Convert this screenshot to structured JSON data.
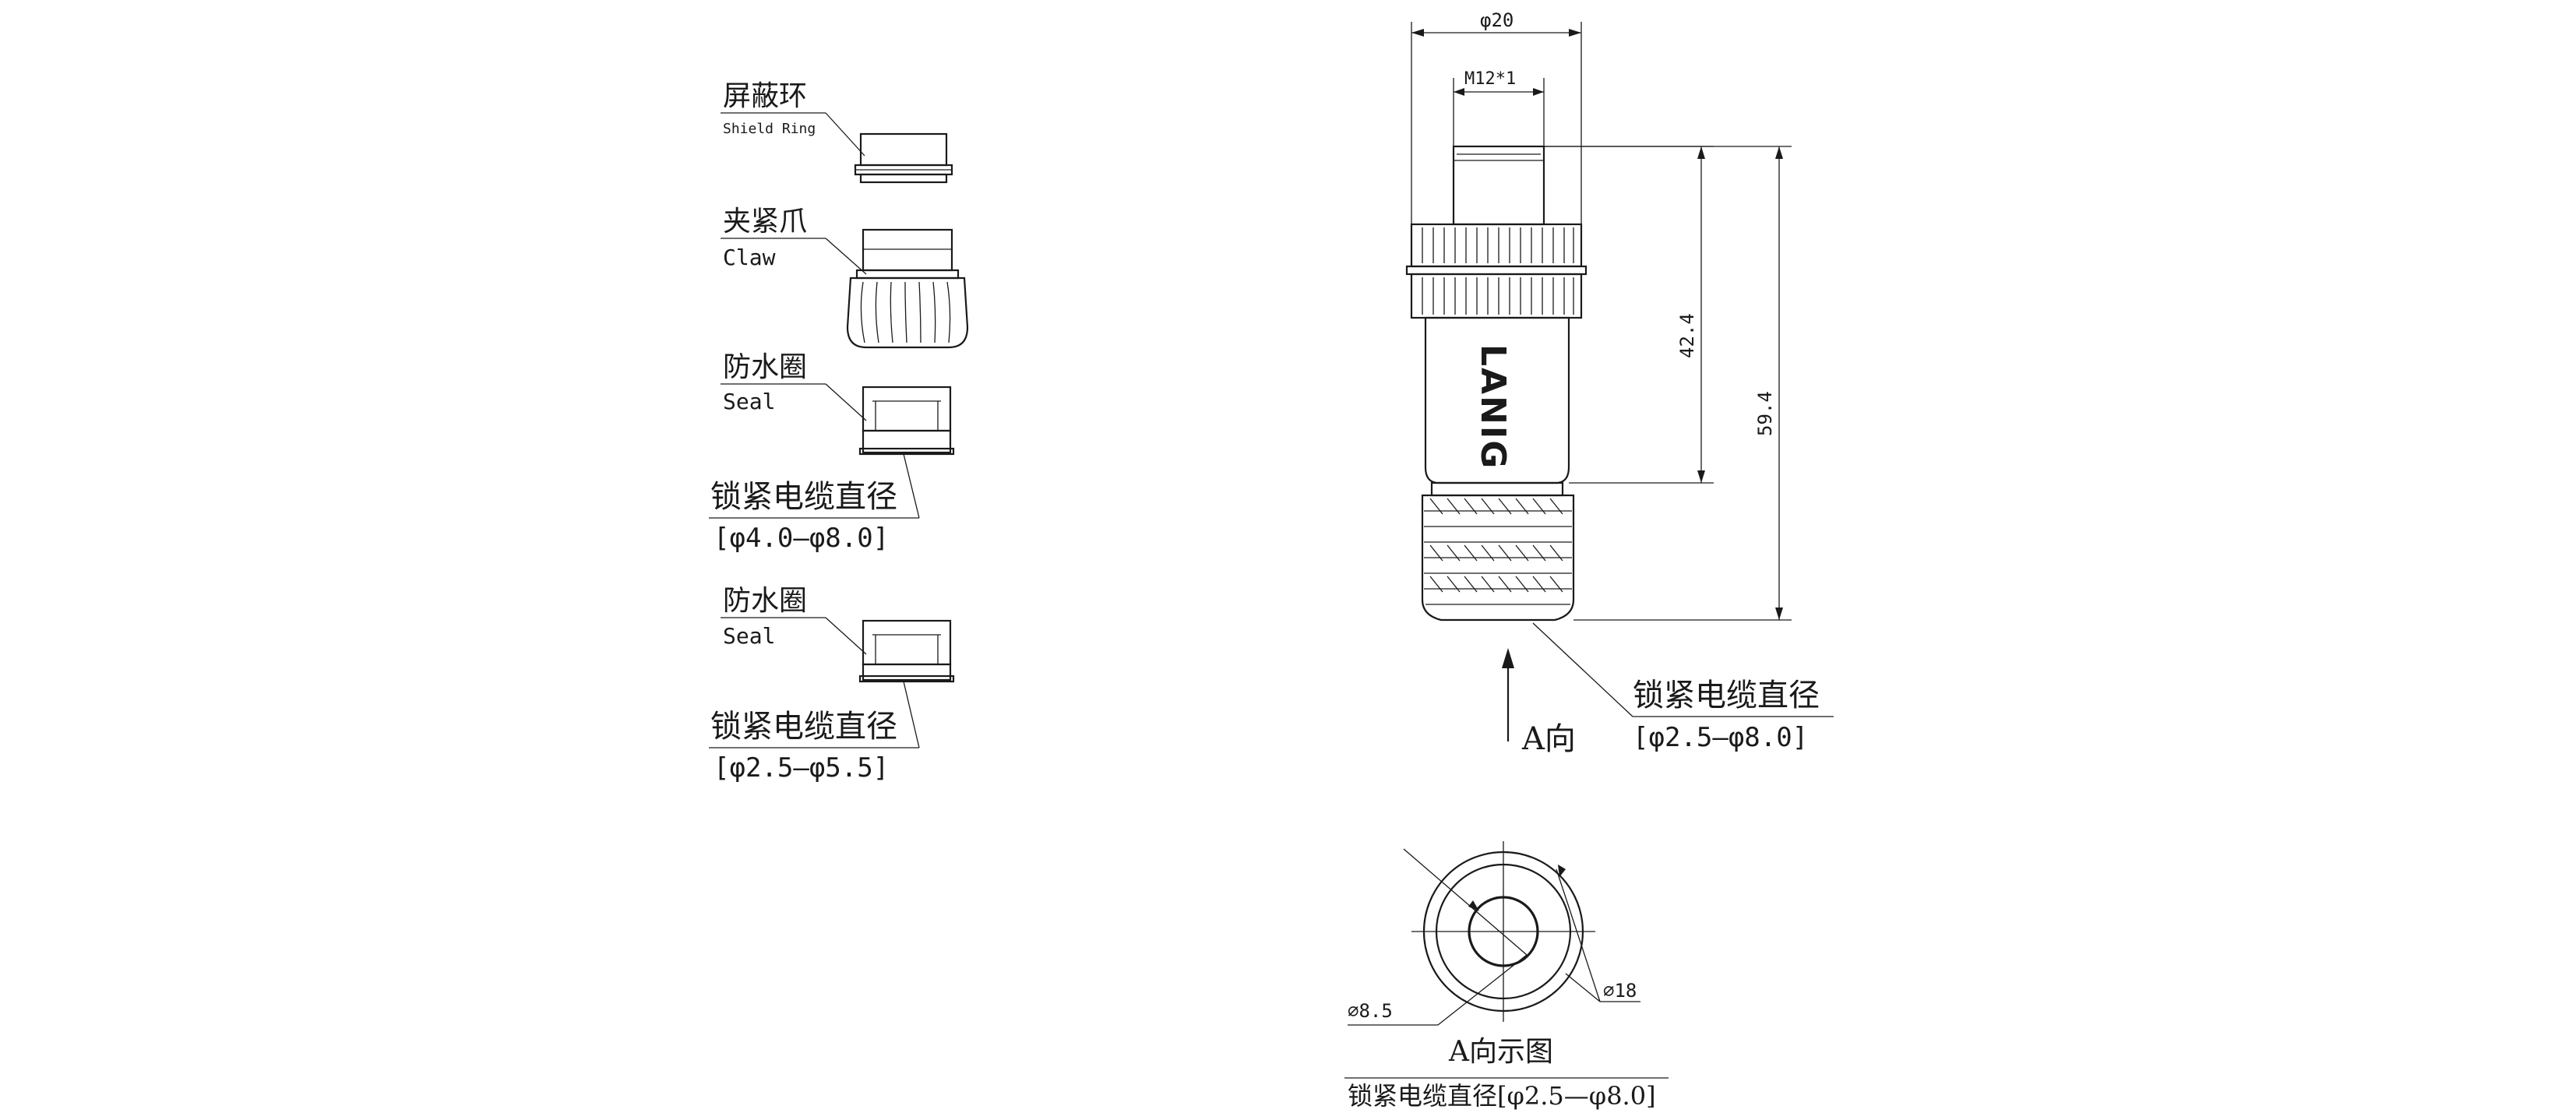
{
  "brand": "LANIG",
  "parts": {
    "shield_ring": {
      "cn": "屏蔽环",
      "en": "Shield Ring"
    },
    "claw": {
      "cn": "夹紧爪",
      "en": "Claw"
    },
    "seal_1": {
      "cn": "防水圈",
      "en": "Seal",
      "range_label": "锁紧电缆直径",
      "range": "[φ4.0—φ8.0]"
    },
    "seal_2": {
      "cn": "防水圈",
      "en": "Seal",
      "range_label": "锁紧电缆直径",
      "range": "[φ2.5—φ5.5]"
    }
  },
  "side_view": {
    "dim_outer": "φ20",
    "dim_thread": "M12*1",
    "dim_body_length": "42.4",
    "dim_total_length": "59.4",
    "cable_label": "锁紧电缆直径",
    "cable_range": "[φ2.5—φ8.0]",
    "direction_label": "A向"
  },
  "end_view": {
    "dim_inner": "∅8.5",
    "dim_outer": "∅18",
    "title": "A向示图",
    "caption": "锁紧电缆直径[φ2.5—φ8.0]"
  }
}
